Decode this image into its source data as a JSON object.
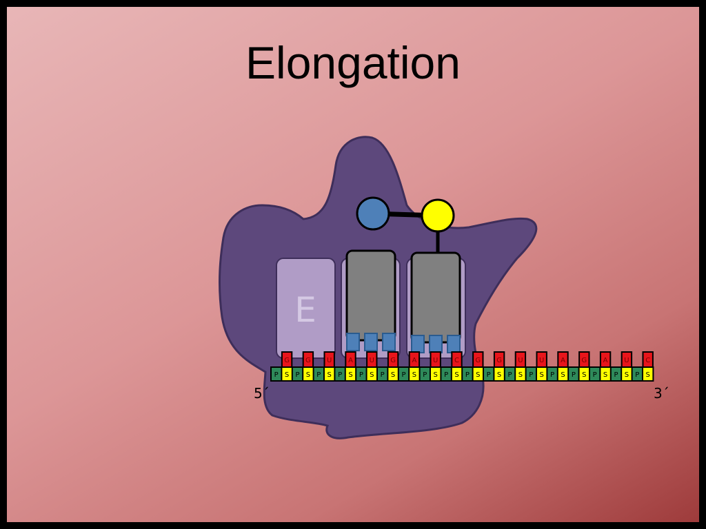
{
  "slide": {
    "title": "Elongation"
  },
  "ribosome": {
    "site_e_label": "E"
  },
  "colors": {
    "ribosome": "#5d487c",
    "site_box": "#b09cc6",
    "trna": "#808080",
    "anticodon": "#4e80b8",
    "amino_acid_1": "#4e80b8",
    "amino_acid_2": "#ffff00",
    "base": "#e8151b",
    "phosphate": "#2e8a5a",
    "sugar": "#ffff00"
  },
  "mrna": {
    "five_prime": "5´",
    "three_prime": "3´",
    "bases": [
      "G",
      "G",
      "U",
      "A",
      "U",
      "G",
      "A",
      "U",
      "C",
      "G",
      "G",
      "U",
      "U",
      "A",
      "G",
      "A",
      "U",
      "C"
    ],
    "backbone": [
      "P",
      "S",
      "P",
      "S",
      "P",
      "S",
      "P",
      "S",
      "P",
      "S",
      "P",
      "S",
      "P",
      "S",
      "P",
      "S",
      "P",
      "S",
      "P",
      "S",
      "P",
      "S",
      "P",
      "S",
      "P",
      "S",
      "P",
      "S",
      "P",
      "S",
      "P",
      "S",
      "P",
      "S",
      "P",
      "S"
    ]
  }
}
